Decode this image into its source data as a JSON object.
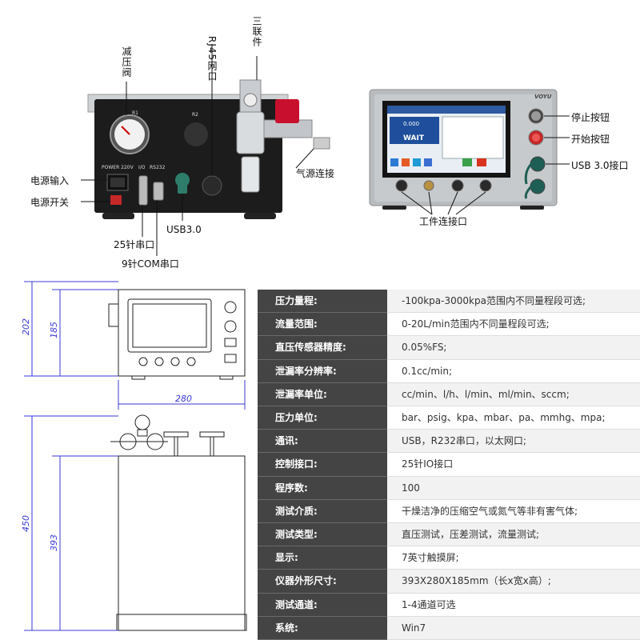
{
  "rear_panel": {
    "callouts": {
      "pressure_reducer": "减压阀",
      "rj45": "RJ45网口",
      "triplex": "三联件",
      "power_input": "电源输入",
      "power_switch": "电源开关",
      "air_connection": "气源连接",
      "serial_25": "25针串口",
      "com_9": "9针COM串口",
      "usb30": "USB3.0"
    },
    "printed": {
      "power_220v": "POWER 220V",
      "io": "I/O",
      "rs232": "RS232",
      "r1": "R1",
      "r2": "R2"
    }
  },
  "front_panel": {
    "brand": "VOYU",
    "callouts": {
      "stop_button": "停止按钮",
      "start_button": "开始按钮",
      "usb30_port": "USB 3.0接口",
      "workpiece_port": "工件连接口"
    },
    "screen": {
      "status": "WAIT",
      "value": "0.000"
    }
  },
  "drawing": {
    "dim_height_total": "202",
    "dim_height_body": "185",
    "dim_width": "280",
    "dim_depth_total": "450",
    "dim_depth_body": "393"
  },
  "spec_table": {
    "rows": [
      {
        "label": "压力量程:",
        "value": "-100kpa-3000kpa范围内不同量程段可选;"
      },
      {
        "label": "流量范围:",
        "value": "0-20L/min范围内不同量程段可选;"
      },
      {
        "label": "直压传感器精度:",
        "value": "0.05%FS;"
      },
      {
        "label": "泄漏率分辨率:",
        "value": "0.1cc/min;"
      },
      {
        "label": "泄漏率单位:",
        "value": "cc/min、l/h、l/min、ml/min、sccm;"
      },
      {
        "label": "压力单位:",
        "value": "bar、psig、kpa、mbar、pa、mmhg、mpa;"
      },
      {
        "label": "通讯:",
        "value": "USB，R232串口，以太网口;"
      },
      {
        "label": "控制接口:",
        "value": "25针IO接口"
      },
      {
        "label": "程序数:",
        "value": "100"
      },
      {
        "label": "测试介质:",
        "value": "干燥洁净的压缩空气或氮气等非有害气体;"
      },
      {
        "label": "测试类型:",
        "value": "直压测试，压差测试，流量测试;"
      },
      {
        "label": "显示:",
        "value": "7英寸触摸屏;"
      },
      {
        "label": "仪器外形尺寸:",
        "value": "393X280X185mm（长x宽x高）;"
      },
      {
        "label": "测试通道:",
        "value": "1-4通道可选"
      },
      {
        "label": "系统:",
        "value": "Win7"
      }
    ]
  }
}
